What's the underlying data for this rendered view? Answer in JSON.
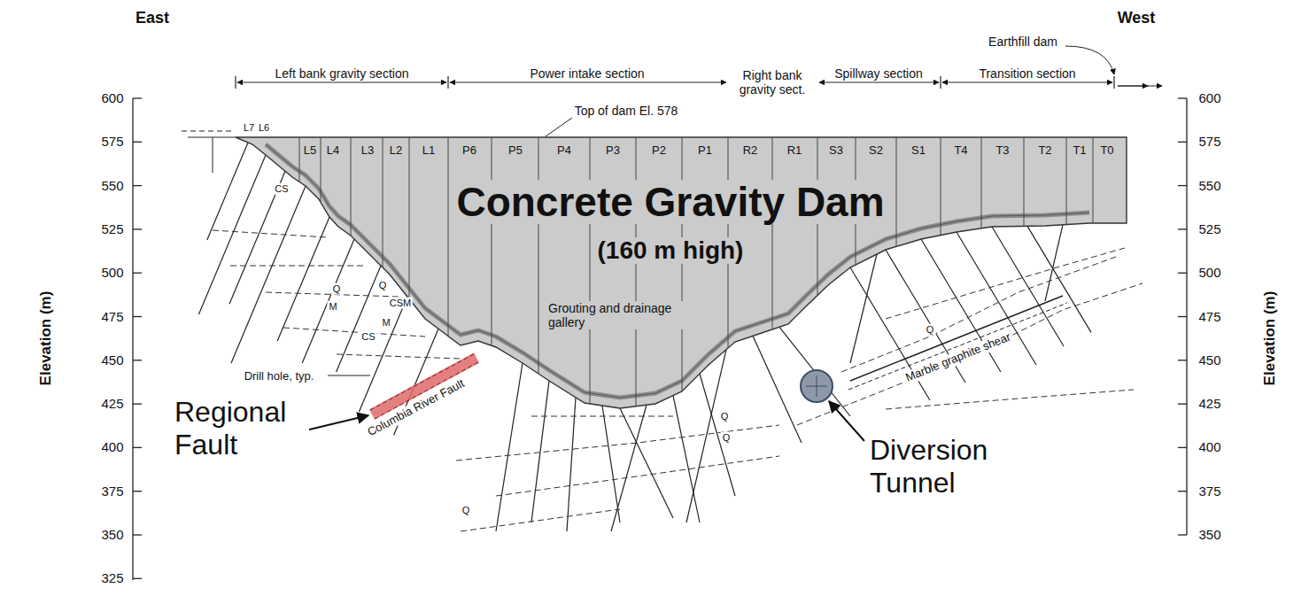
{
  "diagram": {
    "nodes": [
      {
        "text": [
          "Concrete Gravity Dam",
          "(160 m high)"
        ]
      }
    ],
    "labels": [
      "East",
      "West",
      "Left bank gravity section",
      "Power intake section",
      "Right bank gravity sect.",
      "Spillway section",
      "Transition section",
      "Earthfill dam",
      "Top of dam El. 578",
      "L7",
      "L6",
      "L5",
      "L4",
      "L3",
      "L2",
      "L1",
      "P6",
      "P5",
      "P4",
      "P3",
      "P2",
      "P1",
      "R2",
      "R1",
      "S3",
      "S2",
      "S1",
      "T4",
      "T3",
      "T2",
      "T1",
      "T0",
      "600",
      "575",
      "550",
      "525",
      "500",
      "475",
      "450",
      "425",
      "400",
      "375",
      "350",
      "325",
      "600",
      "575",
      "550",
      "525",
      "500",
      "475",
      "450",
      "425",
      "400",
      "375",
      "350",
      "Elevation (m)",
      "Elevation (m)",
      "Grouting and drainage gallery",
      "Drill hole, typ.",
      "Columbia River Fault",
      "Marble graphite shear",
      "Regional Fault",
      "Diversion Tunnel",
      "CS",
      "Q",
      "Q",
      "CSM",
      "M",
      "M",
      "CS",
      "Q",
      "Q",
      "Q",
      "Q"
    ]
  }
}
